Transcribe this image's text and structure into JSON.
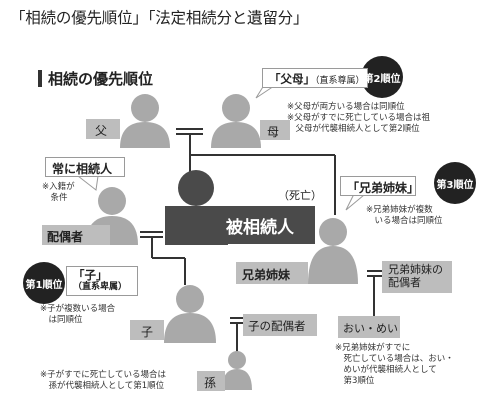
{
  "header": {
    "title": "「相続の優先順位」「法定相続分と遺留分」"
  },
  "section": {
    "title": "相続の優先順位"
  },
  "parents": {
    "callout_main": "「父母」",
    "callout_sub": "（直系尊属）",
    "rank": "第2順位",
    "father_label": "父",
    "mother_label": "母",
    "note_1": "※父母が両方いる場合は同順位",
    "note_2a": "※父母がすでに死亡している場合は祖",
    "note_2b": "　父母が代襲相続人として第2順位"
  },
  "spouse": {
    "callout": "常に相続人",
    "note_a": "※入籍が",
    "note_b": "　条件",
    "label": "配偶者"
  },
  "deceased": {
    "status": "（死亡）",
    "label": "被相続人"
  },
  "siblings": {
    "callout": "「兄弟姉妹」",
    "rank": "第3順位",
    "note_a": "※兄弟姉妹が複数",
    "note_b": "　いる場合は同順位",
    "label": "兄弟姉妹",
    "spouse_label_a": "兄弟姉妹の",
    "spouse_label_b": "配偶者",
    "nephew_label": "おい・めい",
    "note2_a": "※兄弟姉妹がすでに",
    "note2_b": "　死亡している場合は、おい・",
    "note2_c": "　めいが代襲相続人として",
    "note2_d": "　第3順位"
  },
  "children": {
    "rank": "第1順位",
    "callout_main": "「子」",
    "callout_sub": "（直系卑属）",
    "note_a": "※子が複数いる場合",
    "note_b": "　は同順位",
    "child_label": "子",
    "child_spouse_label": "子の配偶者",
    "grandchild_label": "孫",
    "note2_a": "※子がすでに死亡している場合は",
    "note2_b": "　孫が代襲相続人として第1順位"
  },
  "colors": {
    "figure_fill": "#a9a9a9",
    "deceased_fill": "#4a4a4a",
    "label_box": "#bdbdbd",
    "line": "#333333",
    "badge": "#222222"
  }
}
